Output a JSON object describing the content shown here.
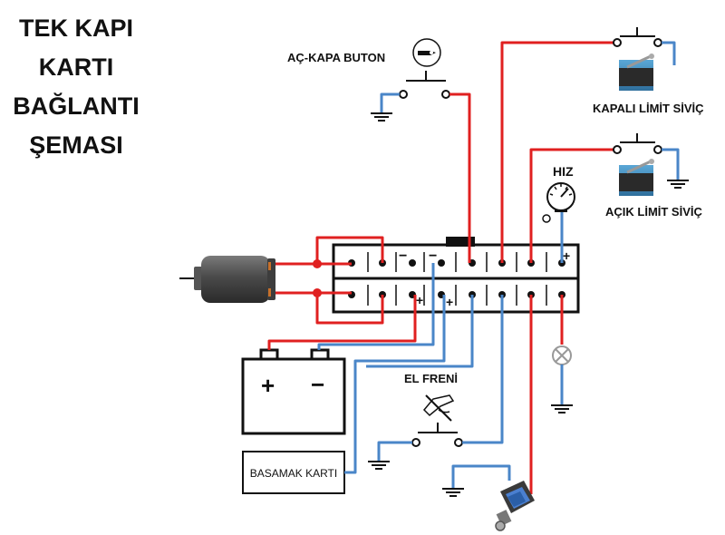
{
  "title_lines": [
    "TEK KAPI",
    "KARTI",
    "BAĞLANTI",
    "ŞEMASI"
  ],
  "labels": {
    "ac_kapa_buton": "AÇ-KAPA BUTON",
    "kapali_limit": "KAPALI LİMİT SİVİÇ",
    "acik_limit": "AÇIK LİMİT SİVİÇ",
    "hiz": "HIZ",
    "el_freni": "EL FRENİ",
    "basamak_karti": "BASAMAK KARTI",
    "battery_plus": "+",
    "battery_minus": "−",
    "term_minus_1": "−",
    "term_minus_2": "−",
    "term_plus_1": "+",
    "term_plus_2": "+",
    "term_plus_3": "+"
  },
  "colors": {
    "red_wire": "#e02020",
    "blue_wire": "#4a86c8",
    "terminal_block": "#111111"
  },
  "icons": [
    "motor-icon",
    "battery-icon",
    "push-button-icon",
    "limit-switch-icon",
    "speed-gauge-icon",
    "hand-brake-icon",
    "lamp-icon",
    "solenoid-icon",
    "ground-icon"
  ]
}
